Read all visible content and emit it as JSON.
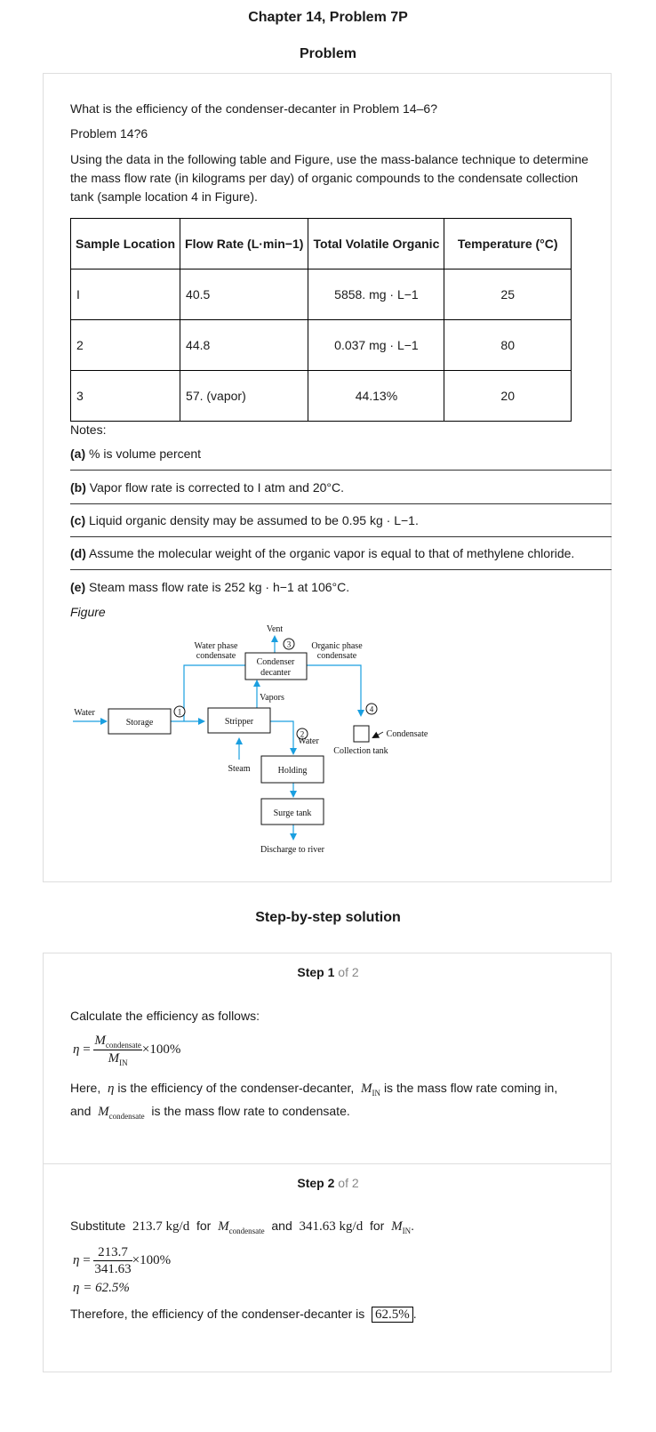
{
  "page_title": "Chapter 14, Problem 7P",
  "problem_heading": "Problem",
  "problem": {
    "question": "What is the efficiency of the condenser-decanter in Problem 14–6?",
    "ref_label": "Problem 14?6",
    "intro": "Using the data in the following table and Figure, use the mass-balance technique to determine the mass flow rate (in kilograms per day) of organic compounds to the condensate collection tank (sample location 4 in Figure).",
    "table": {
      "headers": [
        "Sample Location",
        "Flow Rate (L·min−1)",
        "Total Volatile Organic",
        "Temperature (°C)"
      ],
      "rows": [
        [
          "I",
          "40.5",
          "5858. mg · L−1",
          "25"
        ],
        [
          "2",
          "44.8",
          "0.037 mg · L−1",
          "80"
        ],
        [
          "3",
          "57. (vapor)",
          "44.13%",
          "20"
        ]
      ]
    },
    "notes_label": "Notes:",
    "notes": [
      {
        "key": "(a)",
        "text": " % is volume percent"
      },
      {
        "key": "(b)",
        "text": " Vapor flow rate is corrected to I atm and 20°C."
      },
      {
        "key": "(c)",
        "text": " Liquid organic density may be assumed to be 0.95 kg · L−1."
      },
      {
        "key": "(d)",
        "text": " Assume the molecular weight of the organic vapor is equal to that of methylene chloride."
      },
      {
        "key": "(e)",
        "text": " Steam mass flow rate is 252 kg · h−1 at 106°C."
      }
    ],
    "figure_label": "Figure",
    "figure": {
      "vent": "Vent",
      "n3": "3",
      "water_phase_1": "Water phase",
      "water_phase_2": "condensate",
      "organic_phase_1": "Organic phase",
      "organic_phase_2": "condensate",
      "condenser_1": "Condenser",
      "condenser_2": "decanter",
      "vapors": "Vapors",
      "water_in": "Water",
      "storage": "Storage",
      "n1": "1",
      "stripper": "Stripper",
      "n2": "2",
      "water_out": "Water",
      "n4": "4",
      "condensate": "Condensate",
      "collection_tank": "Collection tank",
      "steam": "Steam",
      "holding": "Holding",
      "surge_tank": "Surge tank",
      "discharge": "Discharge to river"
    }
  },
  "solution_heading": "Step-by-step solution",
  "steps": [
    {
      "label": "Step",
      "number": "1",
      "of": " of 2",
      "intro": "Calculate the efficiency as follows:",
      "eta": "η",
      "eq": "=",
      "M": "M",
      "sub_cond": "condensate",
      "sub_in": "IN",
      "times": "×100%",
      "here_1": "Here,",
      "here_2": "is the efficiency of the condenser-decanter,",
      "here_3": "is the mass flow rate coming in,",
      "here_4": "and",
      "here_5": "is the mass flow rate to condensate."
    },
    {
      "label": "Step",
      "number": "2",
      "of": " of 2",
      "sub_text_1": "Substitute",
      "val_cond": "213.7 kg/d",
      "for_1": "for",
      "and_txt": "and",
      "val_in": "341.63 kg/d",
      "for_2": "for",
      "period": ".",
      "num": "213.7",
      "den": "341.63",
      "times": "×100%",
      "result": "η = 62.5%",
      "conclusion": "Therefore, the efficiency of the condenser-decanter is",
      "answer": "62.5%",
      "end": "."
    }
  ],
  "colors": {
    "flow_line": "#1a9fe0",
    "border": "#dedede",
    "muted": "#888888"
  }
}
